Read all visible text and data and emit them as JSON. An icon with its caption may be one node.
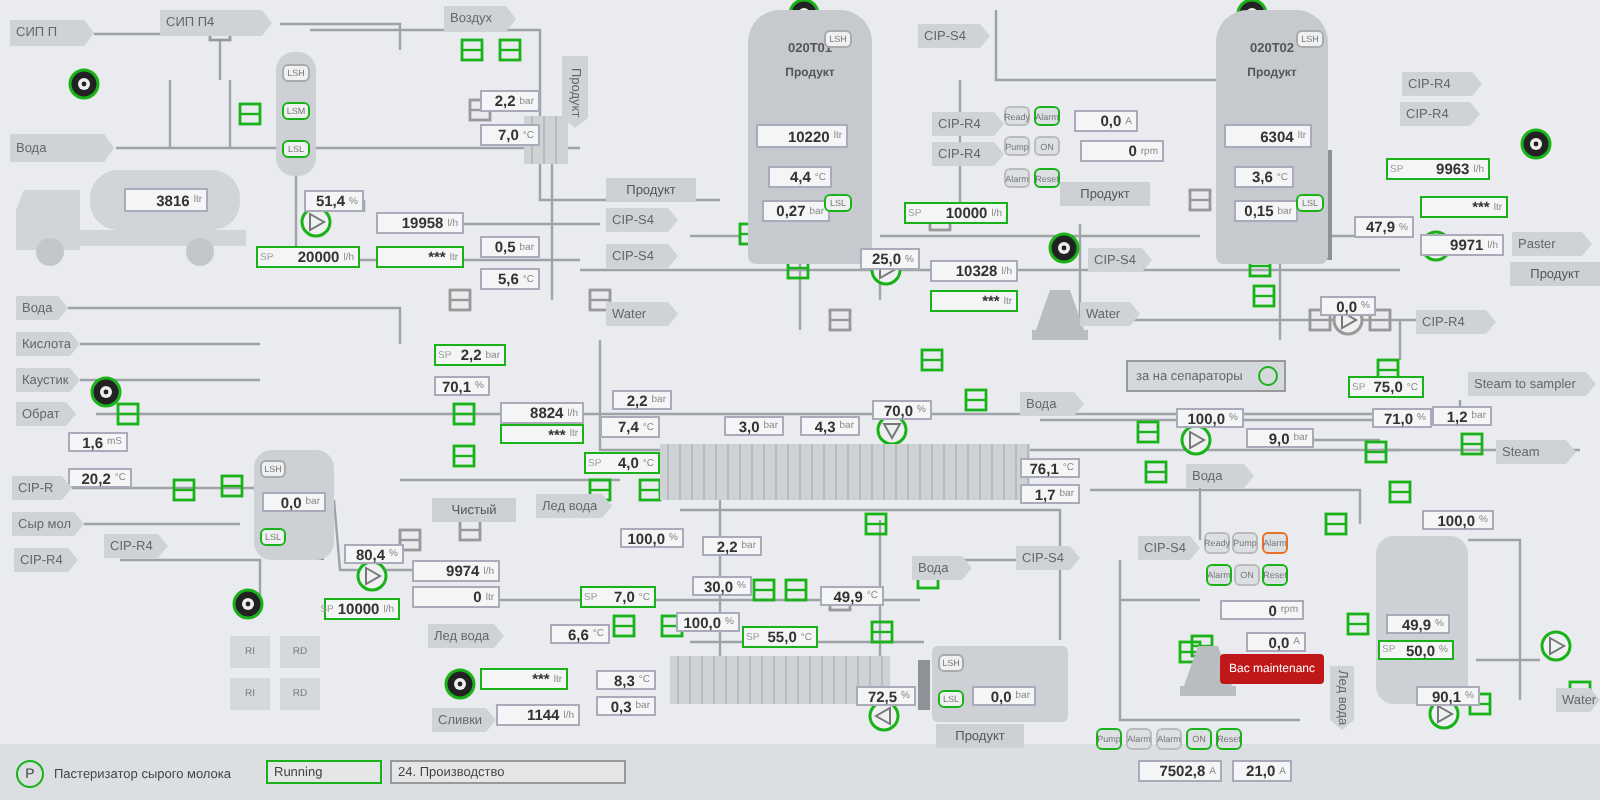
{
  "diagram": {
    "nodes": [
      {
        "text": [
          "СИП П"
        ]
      },
      {
        "text": [
          "СИП П4"
        ]
      },
      {
        "text": [
          "Воздух"
        ]
      },
      {
        "text": [
          "Вода"
        ]
      },
      {
        "text": [
          "3816",
          "ltr"
        ]
      },
      {
        "text": [],
        "shape": "cylinder"
      },
      {
        "text": [
          "LSH"
        ],
        "in": 5
      },
      {
        "text": [
          "LSM"
        ],
        "in": 5
      },
      {
        "text": [
          "LSL"
        ],
        "in": 5
      },
      {
        "text": [
          "51,4",
          "%"
        ]
      },
      {
        "text": [
          "19958",
          "l/h"
        ]
      },
      {
        "text": [
          "SP",
          "20000",
          "l/h"
        ]
      },
      {
        "text": [
          "***",
          "ltr"
        ]
      },
      {
        "text": [
          "2,2",
          "bar"
        ]
      },
      {
        "text": [
          "7,0",
          "°C"
        ]
      },
      {
        "text": [
          "0,5",
          "bar"
        ]
      },
      {
        "text": [
          "5,6",
          "°C"
        ]
      },
      {
        "text": [
          "Продукт"
        ]
      },
      {
        "text": [
          "020T01",
          "Продукт"
        ]
      },
      {
        "text": [
          "10220",
          "ltr"
        ],
        "in": 18
      },
      {
        "text": [
          "4,4",
          "°C"
        ],
        "in": 18
      },
      {
        "text": [
          "0,27",
          "bar"
        ],
        "in": 18
      },
      {
        "text": [
          "LSH"
        ],
        "in": 18
      },
      {
        "text": [
          "LSL"
        ],
        "in": 18
      },
      {
        "text": [
          "Продукт"
        ]
      },
      {
        "text": [
          "CIP-S4"
        ]
      },
      {
        "text": [
          "CIP-S4"
        ]
      },
      {
        "text": [
          "Water"
        ]
      },
      {
        "text": [
          "SP",
          "10000",
          "l/h"
        ]
      },
      {
        "text": [
          "25,0",
          "%"
        ]
      },
      {
        "text": [
          "10328",
          "l/h"
        ]
      },
      {
        "text": [
          "***",
          "ltr"
        ]
      },
      {
        "text": [
          "CIP-S4"
        ]
      },
      {
        "text": [
          "CIP-R4"
        ]
      },
      {
        "text": [
          "CIP-R4"
        ]
      },
      {
        "text": [
          "Ready"
        ]
      },
      {
        "text": [
          "Alarm"
        ]
      },
      {
        "text": [
          "Pump"
        ]
      },
      {
        "text": [
          "ON"
        ]
      },
      {
        "text": [
          "Alarm"
        ]
      },
      {
        "text": [
          "Reset"
        ]
      },
      {
        "text": [
          "0,0",
          "A"
        ]
      },
      {
        "text": [
          "0",
          "rpm"
        ]
      },
      {
        "text": [
          "Продукт"
        ]
      },
      {
        "text": [
          "CIP-S4"
        ]
      },
      {
        "text": [
          "Water"
        ]
      },
      {
        "text": [
          "020T02",
          "Продукт"
        ]
      },
      {
        "text": [
          "6304",
          "ltr"
        ],
        "in": 46
      },
      {
        "text": [
          "3,6",
          "°C"
        ],
        "in": 46
      },
      {
        "text": [
          "0,15",
          "bar"
        ],
        "in": 46
      },
      {
        "text": [
          "LSH"
        ],
        "in": 46
      },
      {
        "text": [
          "LSL"
        ],
        "in": 46
      },
      {
        "text": [
          "CIP-R4"
        ]
      },
      {
        "text": [
          "CIP-R4"
        ]
      },
      {
        "text": [
          "SP",
          "9963",
          "l/h"
        ]
      },
      {
        "text": [
          "***",
          "ltr"
        ]
      },
      {
        "text": [
          "47,9",
          "%"
        ]
      },
      {
        "text": [
          "9971",
          "l/h"
        ]
      },
      {
        "text": [
          "Paster"
        ]
      },
      {
        "text": [
          "Продукт"
        ]
      },
      {
        "text": [
          "0,0",
          "%"
        ]
      },
      {
        "text": [
          "CIP-R4"
        ]
      },
      {
        "text": [
          "Вода"
        ]
      },
      {
        "text": [
          "Кислота"
        ]
      },
      {
        "text": [
          "Каустик"
        ]
      },
      {
        "text": [
          "Обрат"
        ]
      },
      {
        "text": [
          "SP",
          "2,2",
          "bar"
        ]
      },
      {
        "text": [
          "70,1",
          "%"
        ]
      },
      {
        "text": [
          "8824",
          "l/h"
        ]
      },
      {
        "text": [
          "***",
          "ltr"
        ]
      },
      {
        "text": [
          "2,2",
          "bar"
        ]
      },
      {
        "text": [
          "7,4",
          "°C"
        ]
      },
      {
        "text": [
          "SP",
          "4,0",
          "°C"
        ]
      },
      {
        "text": [
          "3,0",
          "bar"
        ]
      },
      {
        "text": [
          "4,3",
          "bar"
        ]
      },
      {
        "text": [
          "70,0",
          "%"
        ]
      },
      {
        "text": [
          "Вода"
        ]
      },
      {
        "text": [
          "за на сепараторы"
        ]
      },
      {
        "text": [
          "SP",
          "75,0",
          "°C"
        ]
      },
      {
        "text": [
          "Steam to sampler"
        ]
      },
      {
        "text": [
          "71,0",
          "%"
        ]
      },
      {
        "text": [
          "1,2",
          "bar"
        ]
      },
      {
        "text": [
          "100,0",
          "%"
        ]
      },
      {
        "text": [
          "9,0",
          "bar"
        ]
      },
      {
        "text": [
          "Steam"
        ]
      },
      {
        "text": [
          "Вода"
        ]
      },
      {
        "text": [
          "76,1",
          "°C"
        ]
      },
      {
        "text": [
          "1,7",
          "bar"
        ]
      },
      {
        "text": [
          "1,6",
          "mS"
        ]
      },
      {
        "text": [
          "20,2",
          "°C"
        ]
      },
      {
        "text": [
          "CIP-R"
        ]
      },
      {
        "text": [
          "Сыр мол"
        ]
      },
      {
        "text": [
          "CIP-R4"
        ]
      },
      {
        "text": [
          "CIP-R4"
        ]
      },
      {
        "text": [],
        "shape": "cylinder"
      },
      {
        "text": [
          "LSH"
        ],
        "in": 94
      },
      {
        "text": [
          "0,0",
          "bar"
        ],
        "in": 94
      },
      {
        "text": [
          "LSL"
        ],
        "in": 94
      },
      {
        "text": [
          "Чистый"
        ]
      },
      {
        "text": [
          "Лед вода"
        ]
      },
      {
        "text": [
          "100,0",
          "%"
        ]
      },
      {
        "text": [
          "2,2",
          "bar"
        ]
      },
      {
        "text": [
          "80,4",
          "%"
        ]
      },
      {
        "text": [
          "9974",
          "l/h"
        ]
      },
      {
        "text": [
          "0",
          "ltr"
        ]
      },
      {
        "text": [
          "SP",
          "10000",
          "l/h"
        ]
      },
      {
        "text": [
          "30,0",
          "%"
        ]
      },
      {
        "text": [
          "SP",
          "7,0",
          "°C"
        ]
      },
      {
        "text": [
          "100,0",
          "%"
        ]
      },
      {
        "text": [
          "49,9",
          "°C"
        ]
      },
      {
        "text": [
          "Вода"
        ]
      },
      {
        "text": [
          "CIP-S4"
        ]
      },
      {
        "text": [
          "6,6",
          "°C"
        ]
      },
      {
        "text": [
          "Лед вода"
        ]
      },
      {
        "text": [
          "SP",
          "55,0",
          "°C"
        ]
      },
      {
        "text": [
          "***",
          "ltr"
        ]
      },
      {
        "text": [
          "8,3",
          "°C"
        ]
      },
      {
        "text": [
          "0,3",
          "bar"
        ]
      },
      {
        "text": [
          "Сливки"
        ]
      },
      {
        "text": [
          "1144",
          "l/h"
        ]
      },
      {
        "text": [
          "72,5",
          "%"
        ]
      },
      {
        "text": [],
        "shape": "box"
      },
      {
        "text": [
          "LSH"
        ],
        "in": 121
      },
      {
        "text": [
          "LSL"
        ],
        "in": 121
      },
      {
        "text": [
          "0,0",
          "bar"
        ],
        "in": 121
      },
      {
        "text": [
          "Продукт"
        ]
      },
      {
        "text": [
          "CIP-S4"
        ]
      },
      {
        "text": [
          "Ready"
        ]
      },
      {
        "text": [
          "Pump"
        ]
      },
      {
        "text": [
          "Alarm"
        ]
      },
      {
        "text": [
          "Alarm"
        ]
      },
      {
        "text": [
          "ON"
        ]
      },
      {
        "text": [
          "Reset"
        ]
      },
      {
        "text": [
          "0",
          "rpm"
        ]
      },
      {
        "text": [
          "0,0",
          "A"
        ]
      },
      {
        "text": [
          "Bac maintenanc"
        ]
      },
      {
        "text": [
          "Лед вода"
        ]
      },
      {
        "text": [
          "100,0",
          "%"
        ]
      },
      {
        "text": [],
        "shape": "cylinder"
      },
      {
        "text": [
          "49,9",
          "%"
        ],
        "in": 138
      },
      {
        "text": [
          "SP",
          "50,0",
          "%"
        ],
        "in": 138
      },
      {
        "text": [
          "90,1",
          "%"
        ]
      },
      {
        "text": [
          "Water"
        ]
      },
      {
        "text": [
          "Pump"
        ]
      },
      {
        "text": [
          "Alarm"
        ]
      },
      {
        "text": [
          "Alarm"
        ]
      },
      {
        "text": [
          "ON"
        ]
      },
      {
        "text": [
          "Reset"
        ]
      },
      {
        "text": [
          "7502,8",
          "A"
        ]
      },
      {
        "text": [
          "21,0",
          "A"
        ]
      },
      {
        "text": [
          "P"
        ]
      },
      {
        "text": [
          "Running"
        ]
      },
      {
        "text": [
          "24. Производство"
        ]
      },
      {
        "text": [
          "RI"
        ]
      },
      {
        "text": [
          "RD"
        ]
      },
      {
        "text": [
          "RI"
        ]
      },
      {
        "text": [
          "RD"
        ]
      }
    ],
    "labels": [
      "Пастеризатор сырого молока"
    ]
  }
}
